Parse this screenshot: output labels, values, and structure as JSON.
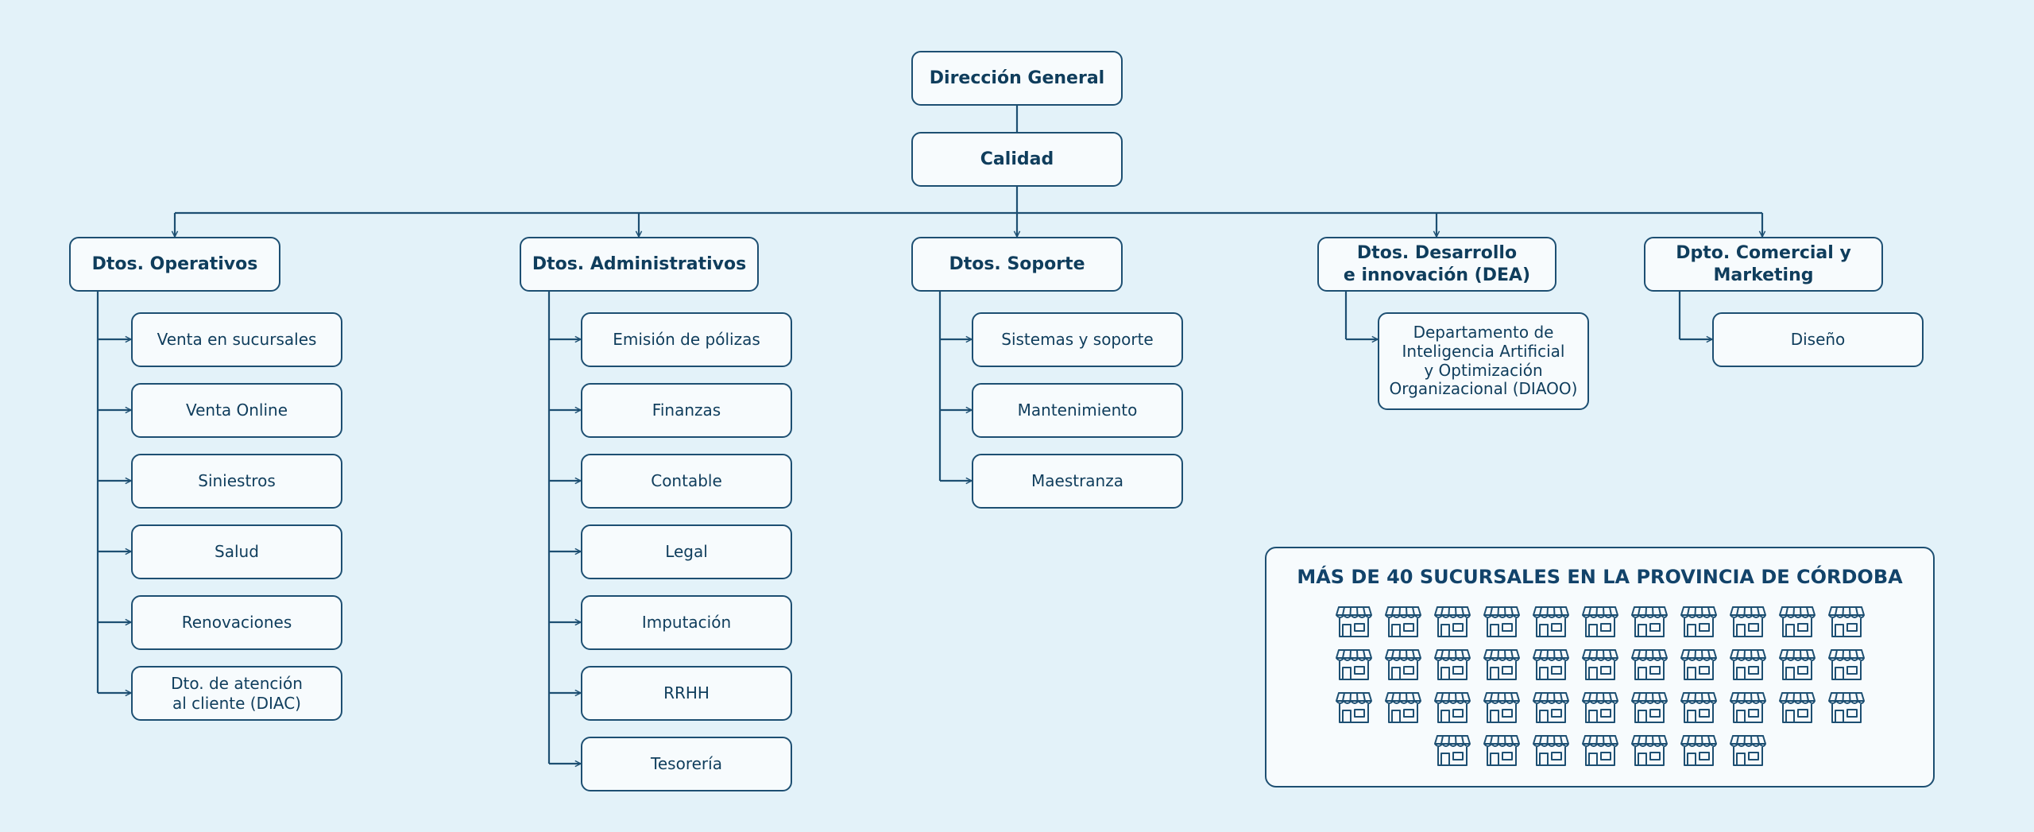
{
  "colors": {
    "background": "#e3f2f9",
    "box_fill": "#f7fbfd",
    "stroke": "#1d4f72",
    "text": "#0f3d5c"
  },
  "root": {
    "label": "Dirección General"
  },
  "quality": {
    "label": "Calidad"
  },
  "departments": [
    {
      "label": "Dtos. Operativos",
      "children": [
        "Venta en sucursales",
        "Venta Online",
        "Siniestros",
        "Salud",
        "Renovaciones",
        "Dto. de atención\nal cliente (DIAC)"
      ]
    },
    {
      "label": "Dtos. Administrativos",
      "children": [
        "Emisión de pólizas",
        "Finanzas",
        "Contable",
        "Legal",
        "Imputación",
        "RRHH",
        "Tesorería"
      ]
    },
    {
      "label": "Dtos. Soporte",
      "children": [
        "Sistemas y soporte",
        "Mantenimiento",
        "Maestranza"
      ]
    },
    {
      "label": "Dtos. Desarrollo\ne innovación (DEA)",
      "children": [
        "Departamento de\nInteligencia Artificial\ny Optimización\nOrganizacional (DIAOO)"
      ]
    },
    {
      "label": "Dpto. Comercial y\nMarketing",
      "children": [
        "Diseño"
      ]
    }
  ],
  "branches": {
    "title": "MÁS DE 40 SUCURSALES EN LA PROVINCIA DE CÓRDOBA",
    "icon": "storefront-icon",
    "rows": [
      11,
      11,
      11,
      7
    ]
  }
}
